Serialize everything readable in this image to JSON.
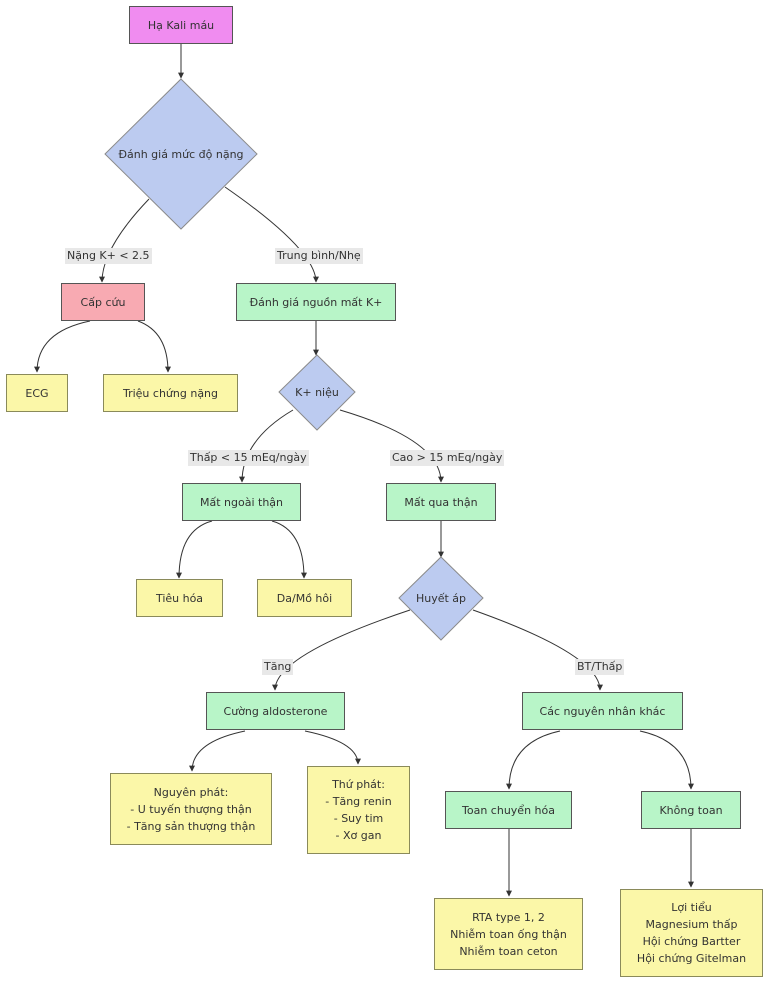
{
  "nodes": {
    "root": "Hạ Kali máu",
    "assess": "Đánh giá mức độ nặng",
    "emergency": "Cấp cứu",
    "ecg": "ECG",
    "severe_symptoms": "Triệu chứng nặng",
    "source_loss": "Đánh giá nguồn mất K+",
    "urine_k": "K+ niệu",
    "extrarenal": "Mất ngoài thận",
    "renal": "Mất qua thận",
    "gi": "Tiêu hóa",
    "skin_sweat": "Da/Mồ hôi",
    "bp": "Huyết áp",
    "aldosterone": "Cường aldosterone",
    "other_causes": "Các nguyên nhân khác",
    "primary": "Nguyên phát:\n- U tuyến thượng thận\n- Tăng sản thượng thận",
    "secondary": "Thứ phát:\n- Tăng renin\n- Suy tim\n- Xơ gan",
    "acidosis": "Toan chuyển hóa",
    "no_acidosis": "Không toan",
    "rta": "RTA type 1, 2\nNhiễm toan ống thận\nNhiễm toan ceton",
    "diuretics": "Lợi tiểu\nMagnesium thấp\nHội chứng Bartter\nHội chứng Gitelman"
  },
  "edge_labels": {
    "severe": "Nặng K+ < 2.5",
    "moderate": "Trung bình/Nhẹ",
    "low": "Thấp < 15 mEq/ngày",
    "high": "Cao > 15 mEq/ngày",
    "increased": "Tăng",
    "normal_low": "BT/Thấp"
  },
  "colors": {
    "start": "#f08cf0",
    "emergency": "#f8aab2",
    "process": "#b8f5c8",
    "decision": "#bccbf0",
    "leaf": "#fbf7a8",
    "edge": "#333333"
  }
}
